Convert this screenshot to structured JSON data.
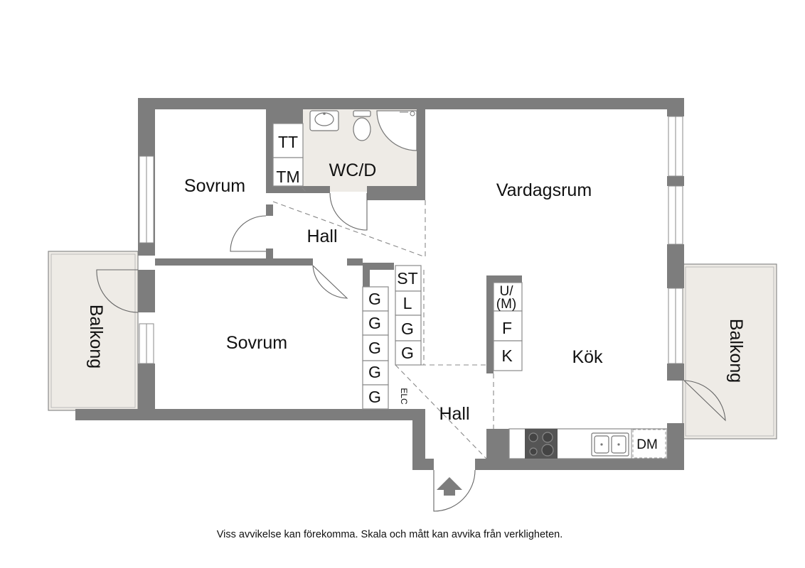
{
  "rooms": {
    "bedroom_upper": "Sovrum",
    "bedroom_lower": "Sovrum",
    "bathroom": "WC/D",
    "hall_upper": "Hall",
    "hall_lower": "Hall",
    "living_room": "Vardagsrum",
    "kitchen": "Kök",
    "balcony_left": "Balkong",
    "balcony_right": "Balkong"
  },
  "appliances": {
    "dryer": "TT",
    "washer": "TM",
    "dishwasher": "DM",
    "electrical": "ELC"
  },
  "storage": {
    "st": "ST",
    "l": "L",
    "g": "G",
    "um_line1": "U/",
    "um_line2": "(M)",
    "f": "F",
    "k": "K"
  },
  "disclaimer": "Viss avvikelse kan förekomma. Skala och mått kan avvika från verkligheten.",
  "colors": {
    "wall": "#7d7d7d",
    "wet_room_floor": "#eeebe6",
    "balcony_floor": "#eeebe6",
    "background": "#ffffff"
  },
  "icons": [
    "entrance-arrow-icon",
    "sink-icon",
    "toilet-icon",
    "shower-icon",
    "stove-icon",
    "kitchen-sink-icon"
  ]
}
